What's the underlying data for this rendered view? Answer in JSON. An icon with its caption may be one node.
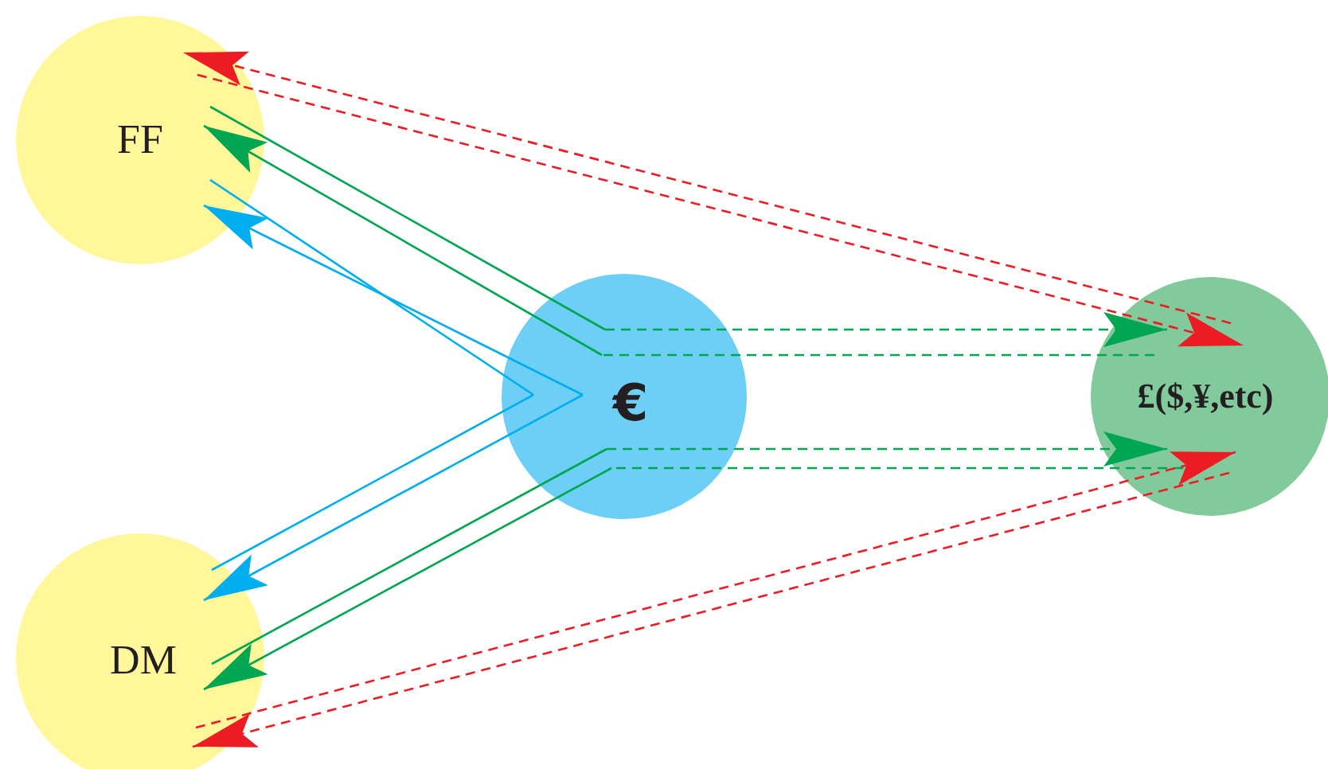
{
  "diagram": {
    "nodes": [
      {
        "text": [
          "FF"
        ]
      },
      {
        "text": [
          "DM"
        ]
      },
      {
        "text": [
          "€"
        ]
      },
      {
        "text": [
          "£($,¥,etc)"
        ]
      }
    ],
    "edges": [
      {
        "from": 0,
        "to": 3,
        "arrow": "to",
        "style": "dashed",
        "color": "#ed1c24"
      },
      {
        "from": 3,
        "to": 0,
        "arrow": "to",
        "style": "dashed",
        "color": "#ed1c24"
      },
      {
        "from": 0,
        "to": 2,
        "arrow": "none",
        "color": "#00a651"
      },
      {
        "from": 2,
        "to": 3,
        "arrow": "to",
        "style": "dashed",
        "color": "#00a651"
      },
      {
        "from": 3,
        "to": 2,
        "arrow": "none",
        "style": "dashed",
        "color": "#00a651"
      },
      {
        "from": 2,
        "to": 0,
        "arrow": "to",
        "color": "#00a651"
      },
      {
        "from": 0,
        "to": 2,
        "arrow": "none",
        "color": "#00aeef"
      },
      {
        "from": 2,
        "to": 0,
        "arrow": "to",
        "color": "#00aeef"
      },
      {
        "from": 2,
        "to": 1,
        "arrow": "none",
        "color": "#00aeef"
      },
      {
        "from": 2,
        "to": 1,
        "arrow": "to",
        "color": "#00aeef"
      },
      {
        "from": 1,
        "to": 2,
        "arrow": "none",
        "color": "#00a651"
      },
      {
        "from": 2,
        "to": 3,
        "arrow": "to",
        "style": "dashed",
        "color": "#00a651"
      },
      {
        "from": 3,
        "to": 2,
        "arrow": "none",
        "style": "dashed",
        "color": "#00a651"
      },
      {
        "from": 2,
        "to": 1,
        "arrow": "to",
        "color": "#00a651"
      },
      {
        "from": 1,
        "to": 3,
        "arrow": "to",
        "style": "dashed",
        "color": "#ed1c24"
      },
      {
        "from": 3,
        "to": 1,
        "arrow": "to",
        "style": "dashed",
        "color": "#ed1c24"
      }
    ]
  }
}
